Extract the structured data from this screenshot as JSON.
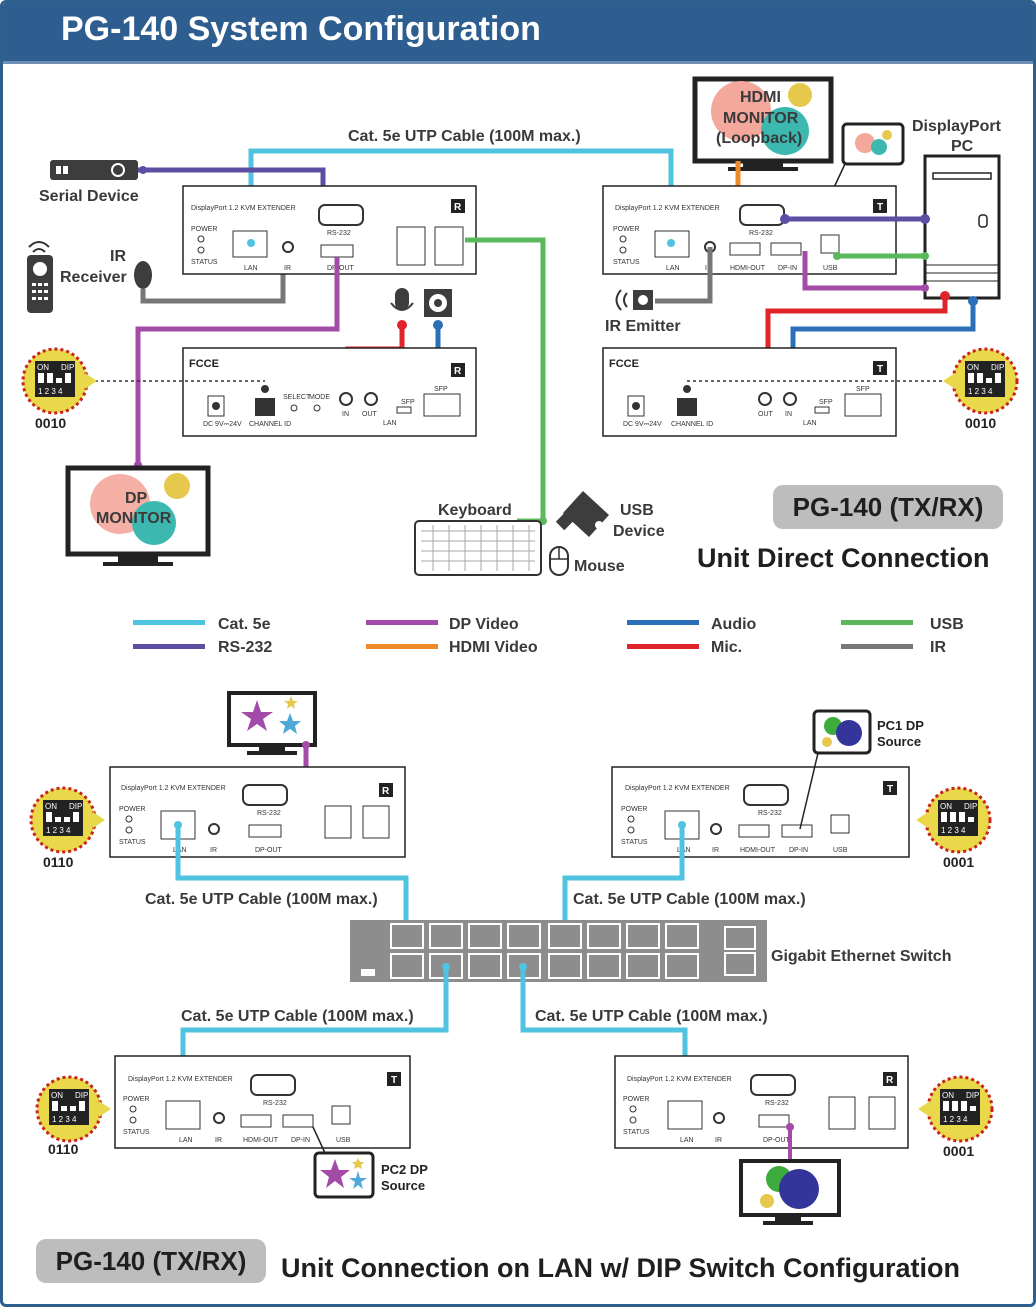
{
  "title": "PG-140 System Configuration",
  "section1": {
    "cable_top": "Cat. 5e UTP Cable (100M max.)",
    "serial_device": "Serial Device",
    "ir_receiver": [
      "IR",
      "Receiver"
    ],
    "ir_emitter": "IR Emitter",
    "hdmi_monitor": [
      "HDMI",
      "MONITOR",
      "(Loopback)"
    ],
    "displayport_pc": [
      "DisplayPort",
      "PC"
    ],
    "dp_monitor": [
      "DP",
      "MONITOR"
    ],
    "keyboard": "Keyboard",
    "usb_device": [
      "USB",
      "Device"
    ],
    "mouse": "Mouse",
    "dip_left": "0010",
    "dip_right": "0010",
    "pill": "PG-140 (TX/RX)",
    "subtitle": "Unit Direct Connection"
  },
  "unit_text": {
    "extender": "DisplayPort 1.2 KVM EXTENDER",
    "rs232": "RS-232",
    "power": "POWER",
    "status": "STATUS",
    "lan": "LAN",
    "ir": "IR",
    "dp_out": "DP-OUT",
    "dp_in": "DP-IN",
    "hdmi_out": "HDMI-OUT",
    "usb": "USB",
    "dc": "DC 9V⎓24V",
    "channel_id": "CHANNEL ID",
    "select": "SELECT",
    "mode": "MODE",
    "in": "IN",
    "out": "OUT",
    "sfp": "SFP",
    "fcce": "FCCE",
    "r": "R",
    "t": "T",
    "on": "ON",
    "dip": "DIP",
    "nums": "1 2 3 4"
  },
  "legend": [
    {
      "label": "Cat. 5e",
      "color": "#4fc3e0"
    },
    {
      "label": "RS-232",
      "color": "#5b4ea3"
    },
    {
      "label": "DP Video",
      "color": "#a24ba8"
    },
    {
      "label": "HDMI Video",
      "color": "#ee8a2a"
    },
    {
      "label": "Audio",
      "color": "#2a6fb8"
    },
    {
      "label": "Mic.",
      "color": "#e0242b"
    },
    {
      "label": "USB",
      "color": "#5bb85b"
    },
    {
      "label": "IR",
      "color": "#777777"
    }
  ],
  "section2": {
    "cable_tl": "Cat. 5e UTP Cable (100M max.)",
    "cable_tr": "Cat. 5e UTP Cable (100M max.)",
    "cable_bl": "Cat. 5e UTP Cable (100M max.)",
    "cable_br": "Cat. 5e UTP Cable (100M max.)",
    "switch": "Gigabit Ethernet Switch",
    "pc1": [
      "PC1 DP",
      "Source"
    ],
    "pc2": [
      "PC2 DP",
      "Source"
    ],
    "dip_tl": "0110",
    "dip_tr": "0001",
    "dip_bl": "0110",
    "dip_br": "0001",
    "pill": "PG-140 (TX/RX)",
    "subtitle": "Unit Connection on LAN w/ DIP Switch Configuration"
  }
}
